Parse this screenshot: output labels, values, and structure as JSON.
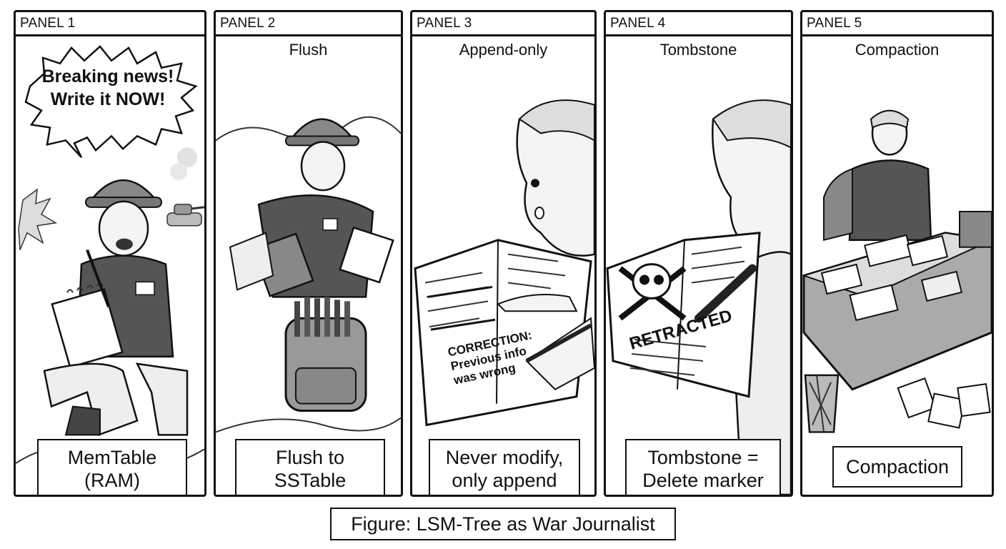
{
  "panels": [
    {
      "header": "PANEL 1",
      "subtitle": "",
      "bubble": [
        "Breaking news!",
        "Write it NOW!"
      ],
      "caption": [
        "MemTable",
        "(RAM)"
      ]
    },
    {
      "header": "PANEL 2",
      "subtitle": "Flush",
      "caption": [
        "Flush to",
        "SSTable"
      ]
    },
    {
      "header": "PANEL 3",
      "subtitle": "Append-only",
      "notebook_text": [
        "CORRECTION:",
        "Previous info",
        "was wrong"
      ],
      "caption": [
        "Never modify,",
        "only append"
      ]
    },
    {
      "header": "PANEL 4",
      "subtitle": "Tombstone",
      "stamp": "RETRACTED",
      "caption": [
        "Tombstone =",
        "Delete marker"
      ]
    },
    {
      "header": "PANEL 5",
      "subtitle": "Compaction",
      "caption": [
        "Compaction"
      ]
    }
  ],
  "figure_caption": "Figure: LSM-Tree as War Journalist",
  "icons": [
    "skull-crossbones-icon",
    "explosion-icon",
    "tank-icon",
    "trash-bin-icon"
  ]
}
